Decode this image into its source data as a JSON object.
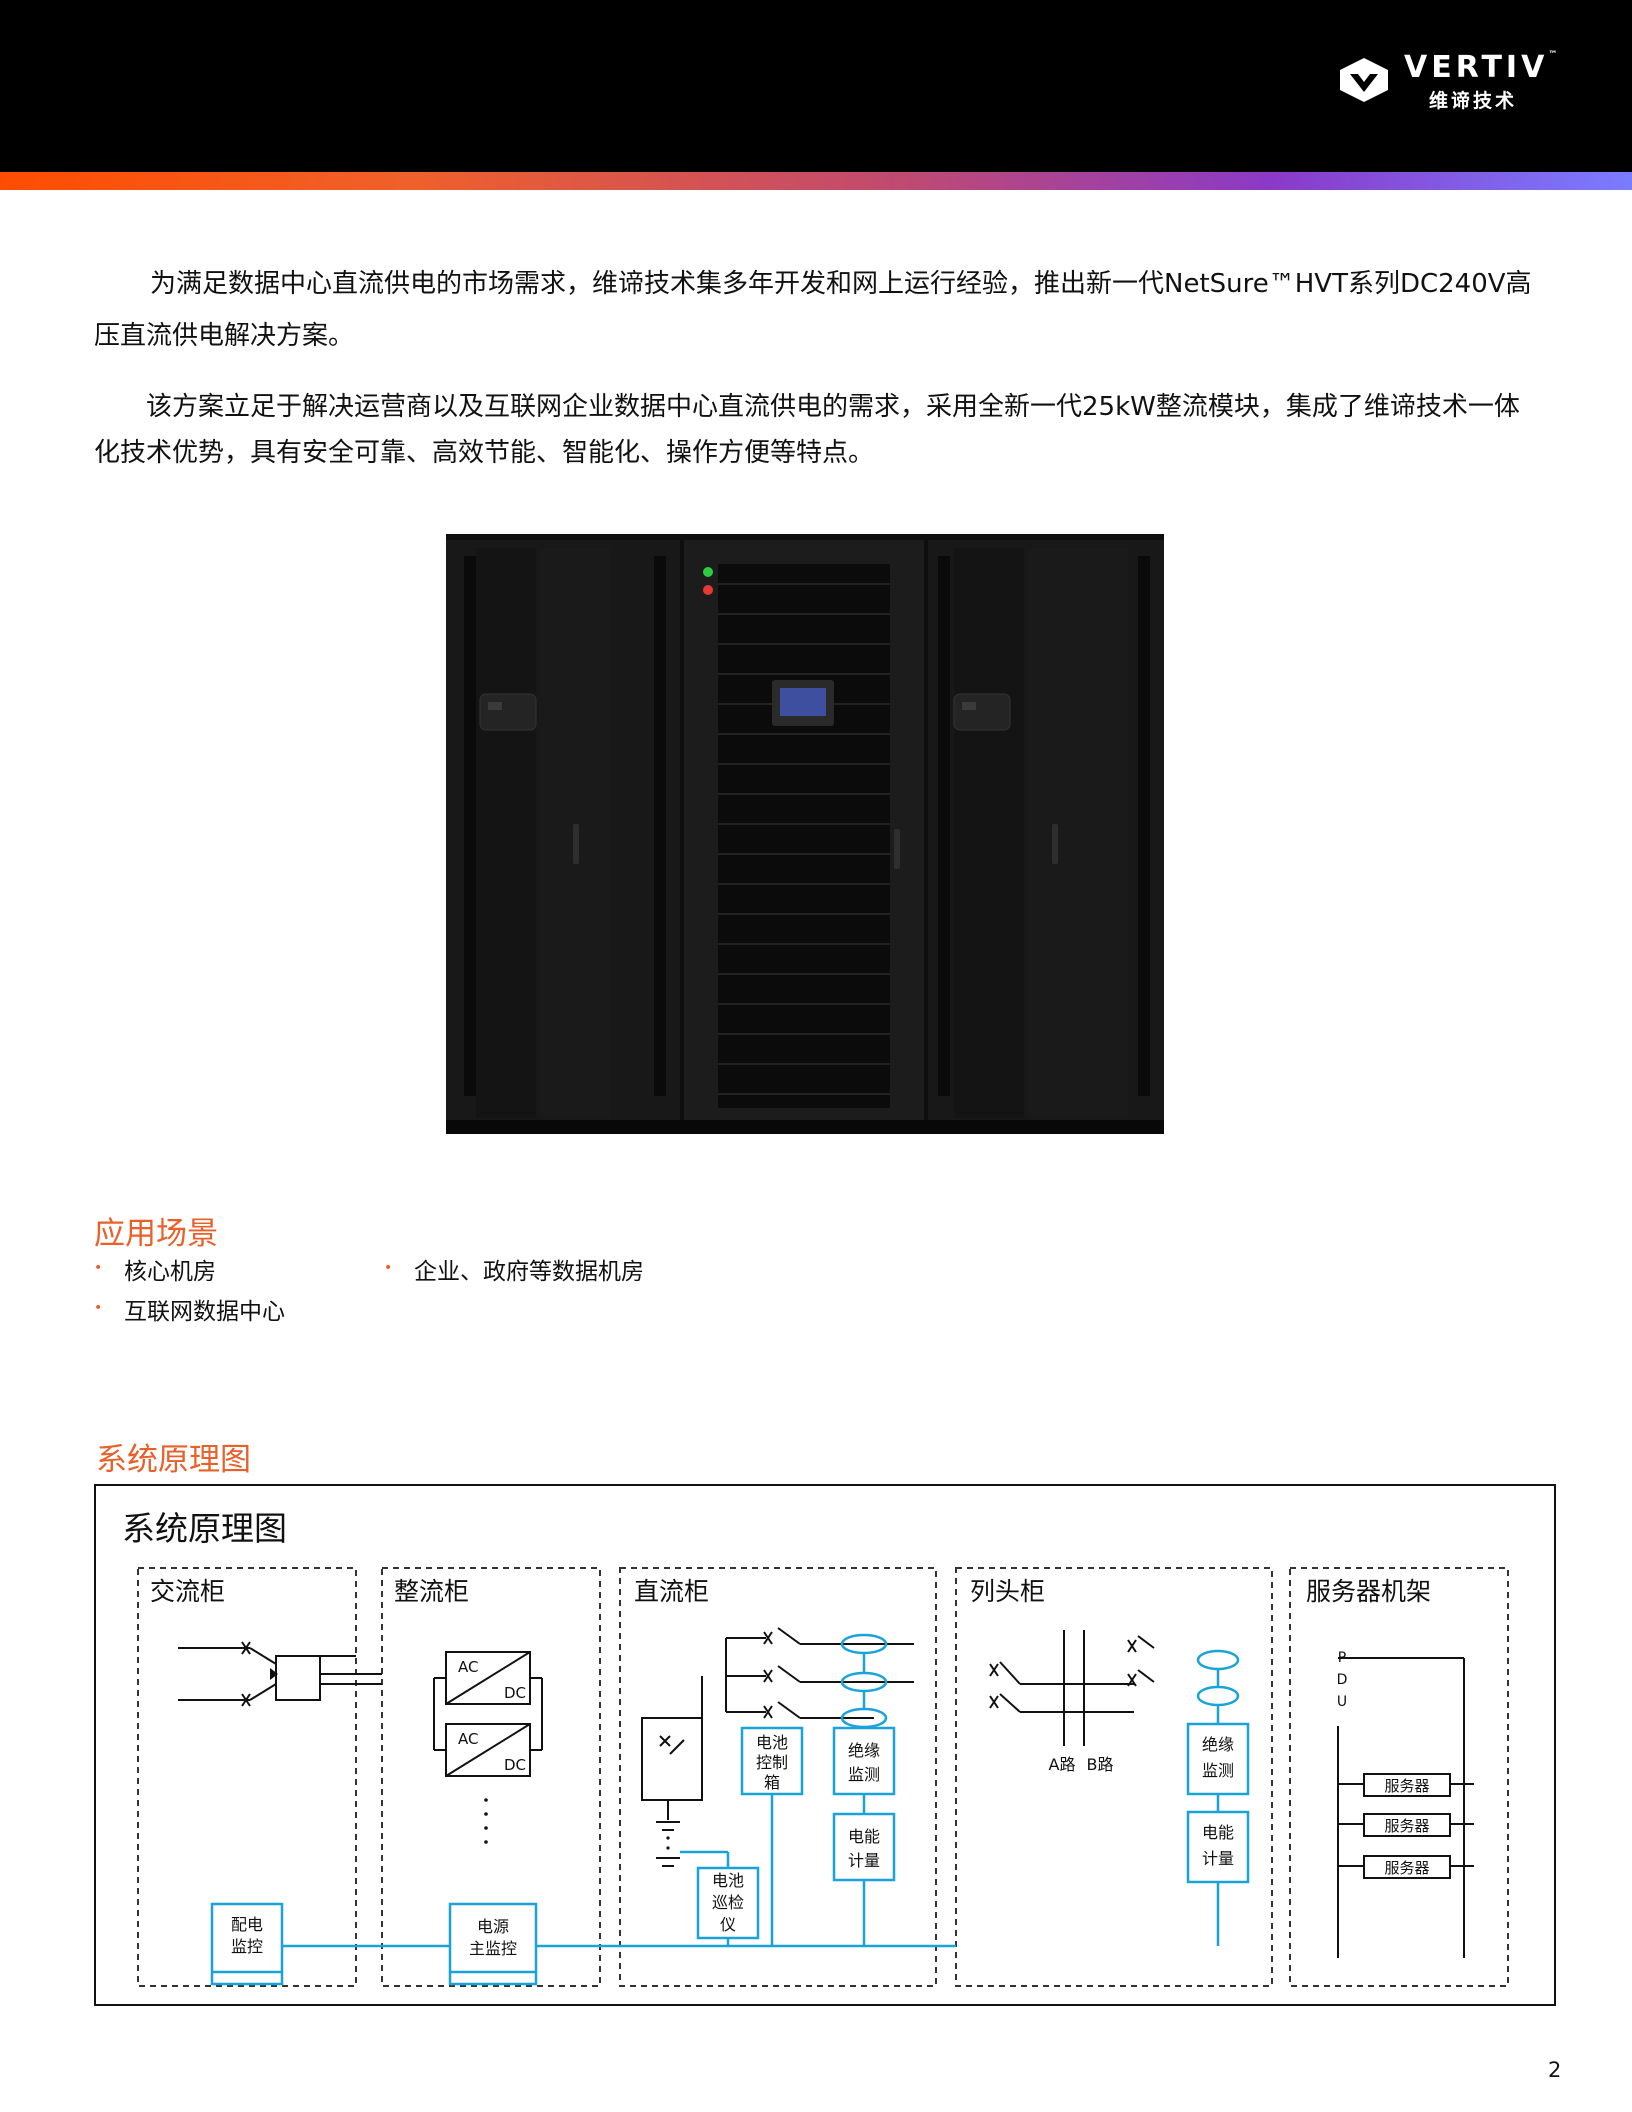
{
  "brand": {
    "wordmark": "VERTIV",
    "trademark": "™",
    "subtitle": "维谛技术"
  },
  "intro": {
    "paragraph1": "为满足数据中心直流供电的市场需求，维谛技术集多年开发和网上运行经验，推出新一代NetSure™HVT系列DC240V高压直流供电解决方案。",
    "paragraph2": "该方案立足于解决运营商以及互联网企业数据中心直流供电的需求，采用全新一代25kW整流模块，集成了维谛技术一体化技术优势，具有安全可靠、高效节能、智能化、操作方便等特点。"
  },
  "applications": {
    "title": "应用场景",
    "items": [
      "核心机房",
      "企业、政府等数据机房",
      "互联网数据中心"
    ]
  },
  "system": {
    "section_title": "系统原理图",
    "diagram_title": "系统原理图",
    "cabinets": [
      "交流柜",
      "整流柜",
      "直流柜",
      "列头柜",
      "服务器机架"
    ],
    "rectifier_labels": {
      "ac": "AC",
      "dc": "DC"
    },
    "labels": {
      "power_dist_monitor": [
        "配电",
        "监控"
      ],
      "power_main_monitor": [
        "电源",
        "主监控"
      ],
      "battery_control_box": [
        "电池",
        "控制",
        "箱"
      ],
      "insulation_monitor": [
        "绝缘",
        "监测"
      ],
      "energy_meter": [
        "电能",
        "计量"
      ],
      "battery_inspector": [
        "电池",
        "巡检",
        "仪"
      ],
      "path_a": "A路",
      "path_b": "B路",
      "pdu": [
        "P",
        "D",
        "U"
      ],
      "server": "服务器"
    },
    "colors": {
      "accent_blue": "#1aa3d9",
      "line": "#111111",
      "dash": "#333333"
    }
  },
  "page_number": "2",
  "colors": {
    "accent": "#e8602a",
    "header_bg": "#000000"
  }
}
